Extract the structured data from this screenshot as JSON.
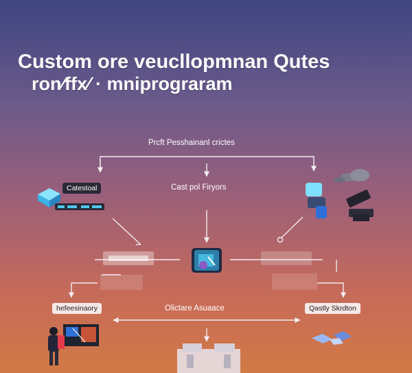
{
  "title": {
    "line1": "Custom ore veucllopmnan Qutes",
    "line2": "ron∕ffx∕ · mniprograram"
  },
  "nodes": {
    "top": "Prcft Pesshainanl crictes",
    "center_top": "Cast pol Firyors",
    "left_top": "Catestoal",
    "left_bottom": "hefeesinaory",
    "center_bottom": "Olictare Asuaace",
    "right_bottom": "Qastly Skrdton"
  },
  "colors": {
    "line": "#f3ecef",
    "cube": "#4fc7ee",
    "accent_blue": "#2f6fd8",
    "dark_panel": "#2a2a36"
  },
  "icons": {
    "left_top": "cube-device-icon",
    "right_top": "vr-headset-icon",
    "center": "app-tile-icon",
    "left_bottom": "presenter-screen-icon",
    "right_bottom": "cloud-shapes-icon",
    "bottom_center": "workstation-icon"
  }
}
